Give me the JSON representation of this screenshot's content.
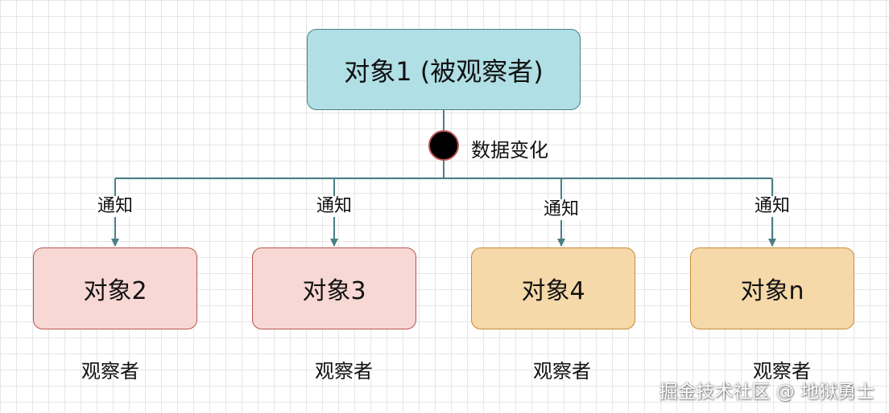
{
  "colors": {
    "edge": "#4a7f86",
    "dot": "#000000",
    "dot_border": "#b85450",
    "top_fill": "#b0dfe5",
    "red_fill": "#f8d8d4",
    "orange_fill": "#f5d9a9"
  },
  "subject": {
    "label": "对象1 (被观察者)"
  },
  "event": {
    "label": "数据变化"
  },
  "notify_label": "通知",
  "observer_caption": "观察者",
  "observers": [
    {
      "label": "对象2"
    },
    {
      "label": "对象3"
    },
    {
      "label": "对象4"
    },
    {
      "label": "对象n"
    }
  ],
  "watermark": "掘金技术社区 @ 地狱勇士"
}
